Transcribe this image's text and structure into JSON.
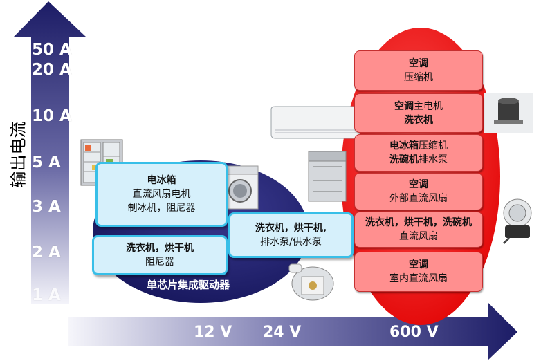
{
  "y_axis": {
    "title": "输出电流",
    "ticks": [
      "50 A",
      "20 A",
      "10 A",
      "5 A",
      "3 A",
      "2 A",
      "1 A"
    ]
  },
  "x_axis": {
    "ticks": [
      "12 V",
      "24 V",
      "600 V"
    ]
  },
  "single_chip_label": "单芯片集成驱动器",
  "blue_boxes": [
    {
      "line1_bold": "电冰箱",
      "line2": "直流风扇电机",
      "line3": "制冰机，阻尼器"
    },
    {
      "line1_bold": "洗衣机，烘干机",
      "line2": "阻尼器"
    },
    {
      "line1_bold": "洗衣机，烘干机,",
      "line2": "排水泵/供水泵"
    }
  ],
  "red_boxes": [
    {
      "bold": "空调",
      "normal": "压缩机"
    },
    {
      "bold_a": "空调",
      "normal_a": "主电机",
      "bold_b": "洗衣机"
    },
    {
      "bold_a": "电冰箱",
      "normal_a": "压缩机",
      "bold_b": "洗碗机",
      "normal_b": "排水泵"
    },
    {
      "bold": "空调",
      "normal": "外部直流风扇"
    },
    {
      "bold": "洗衣机，烘干机，洗碗机",
      "normal": "直流风扇"
    },
    {
      "bold": "空调",
      "normal": "室内直流风扇"
    }
  ],
  "colors": {
    "axis_dark": "#1e1e6e",
    "ellipse_blue": "#1f1f6b",
    "ellipse_red": "#ff1a1a",
    "blue_box_border": "#38bfe8",
    "red_box_fill": "#ff8f8f"
  }
}
